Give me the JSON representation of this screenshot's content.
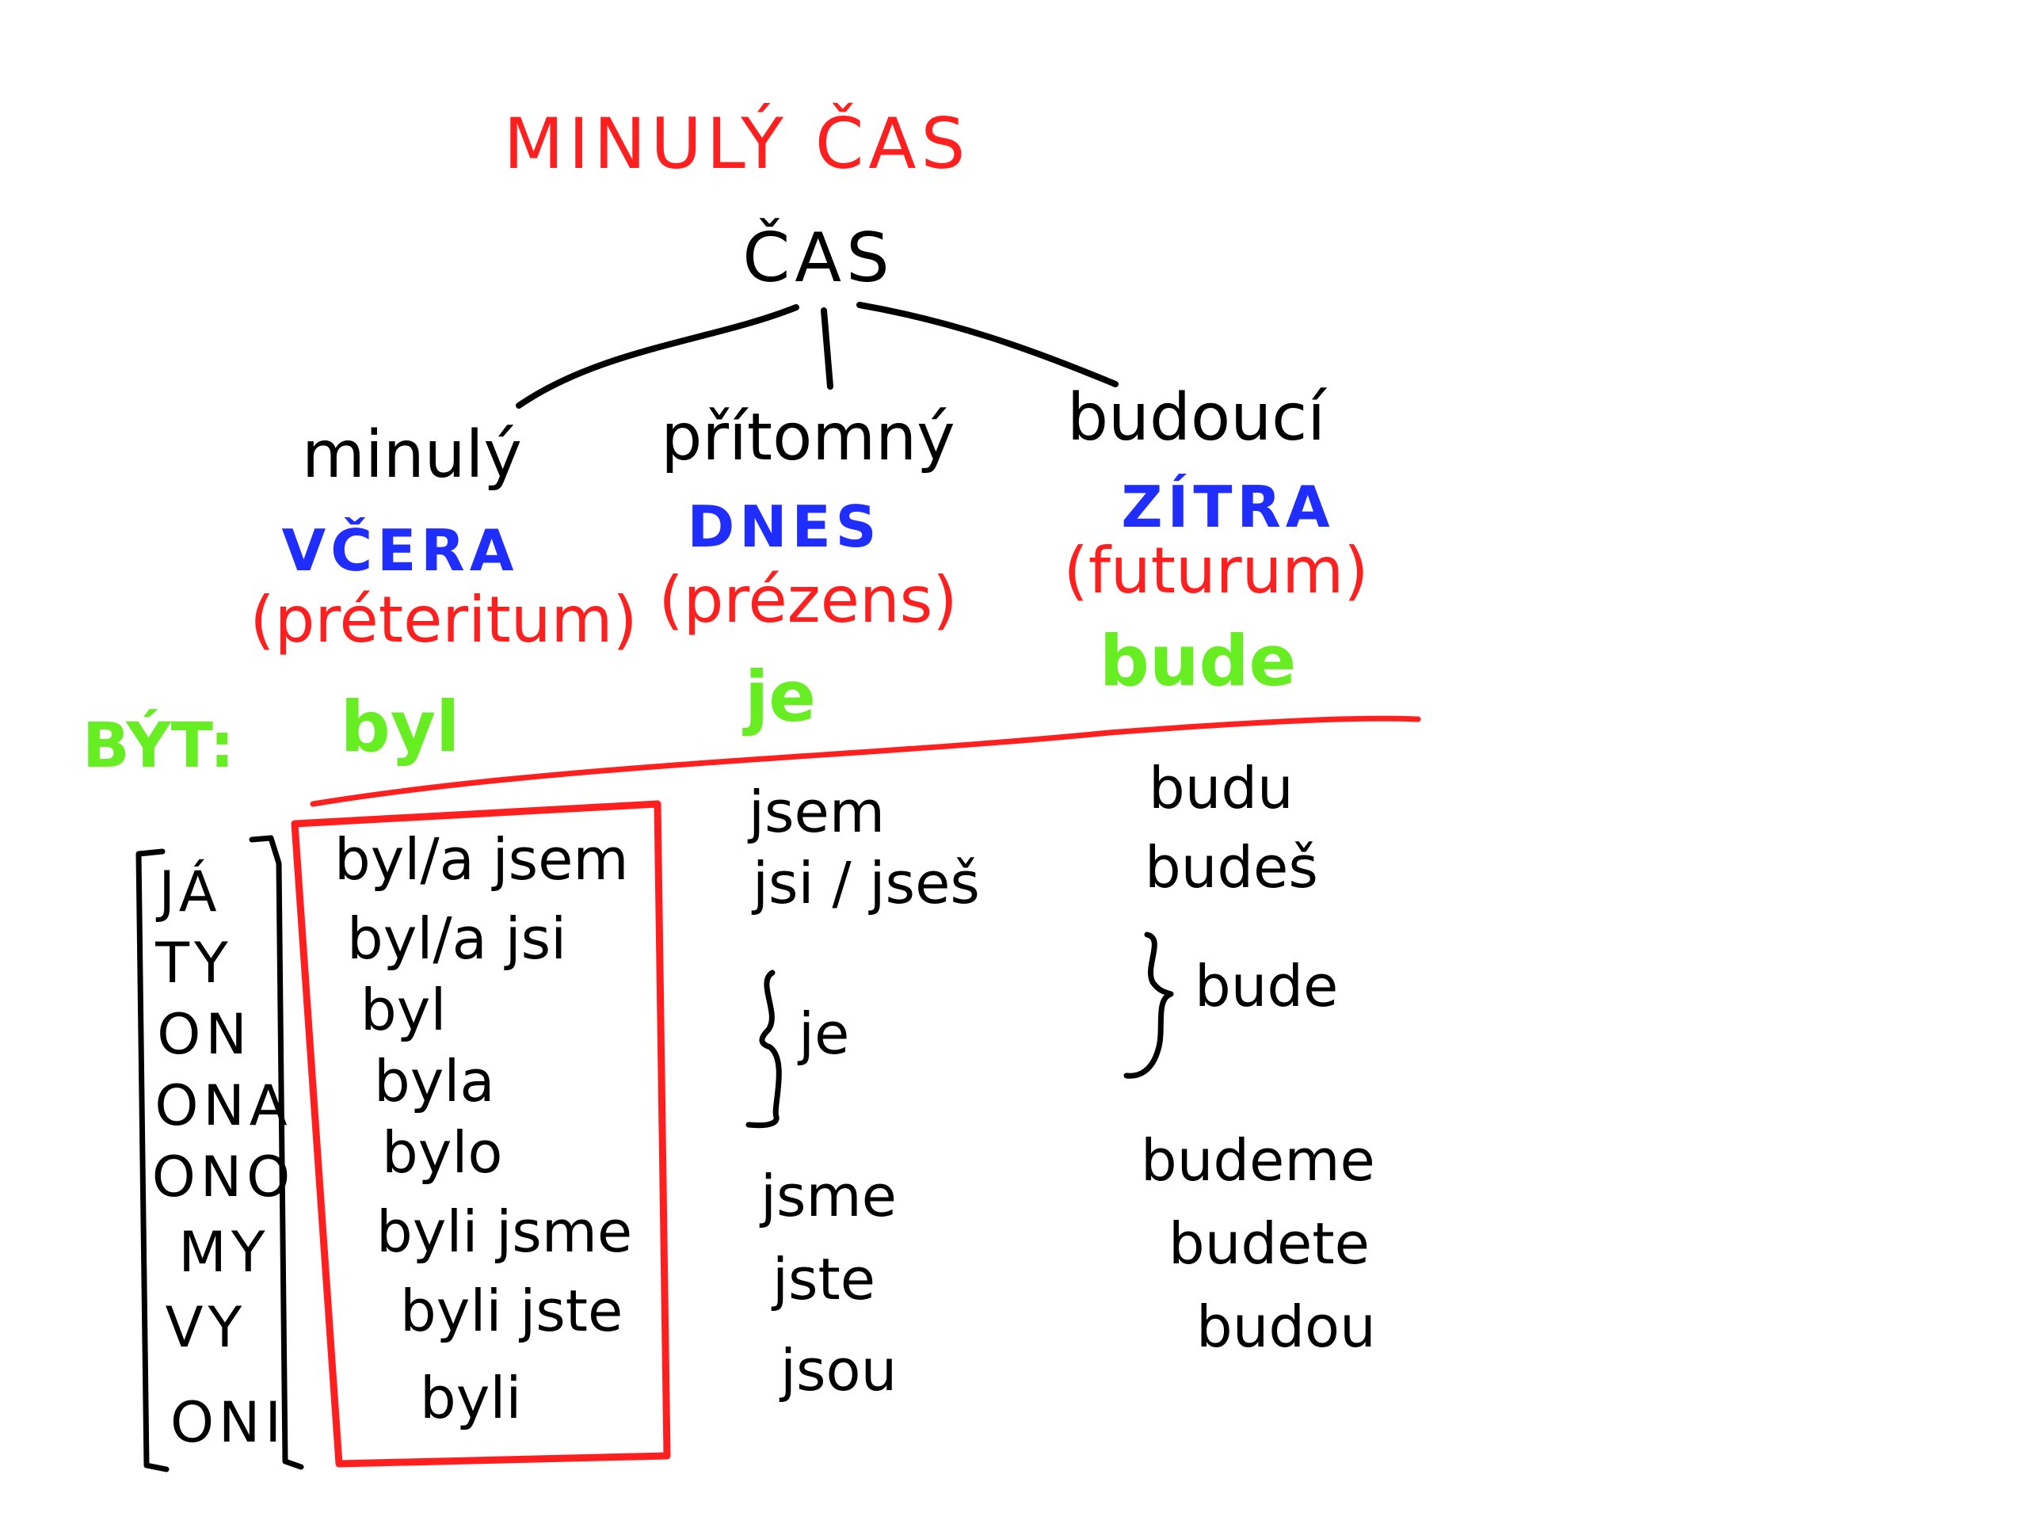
{
  "title": "MINULÝ ČAS",
  "root": "ČAS",
  "tenses": [
    {
      "name": "minulý",
      "when": "VČERA",
      "term": "(préteritum)",
      "byt_form": "byl"
    },
    {
      "name": "přítomný",
      "when": "DNES",
      "term": "(prézens)",
      "byt_form": "je"
    },
    {
      "name": "budoucí",
      "when": "ZÍTRA",
      "term": "(futurum)",
      "byt_form": "bude"
    }
  ],
  "verb_label": "BÝT:",
  "pronouns": [
    "JÁ",
    "TY",
    "ON",
    "ONA",
    "ONO",
    "MY",
    "VY",
    "ONI"
  ],
  "past_forms": [
    "byl/a jsem",
    "byl/a jsi",
    "byl",
    "byla",
    "bylo",
    "byli jsme",
    "byli jste",
    "byli"
  ],
  "present_forms": {
    "ja": "jsem",
    "ty": "jsi / jseš",
    "third_singular": "je",
    "my": "jsme",
    "vy": "jste",
    "oni": "jsou"
  },
  "future_forms": {
    "ja": "budu",
    "ty": "budeš",
    "third_singular": "bude",
    "my": "budeme",
    "vy": "budete",
    "oni": "budou"
  },
  "colors": {
    "title": "#ff1f1f",
    "ink": "#000000",
    "time_word": "#1f2dff",
    "latin_term": "#ff1f1f",
    "byt": "#66ee22",
    "divider": "#ff1f1f",
    "highlight_box": "#ff1f1f"
  }
}
